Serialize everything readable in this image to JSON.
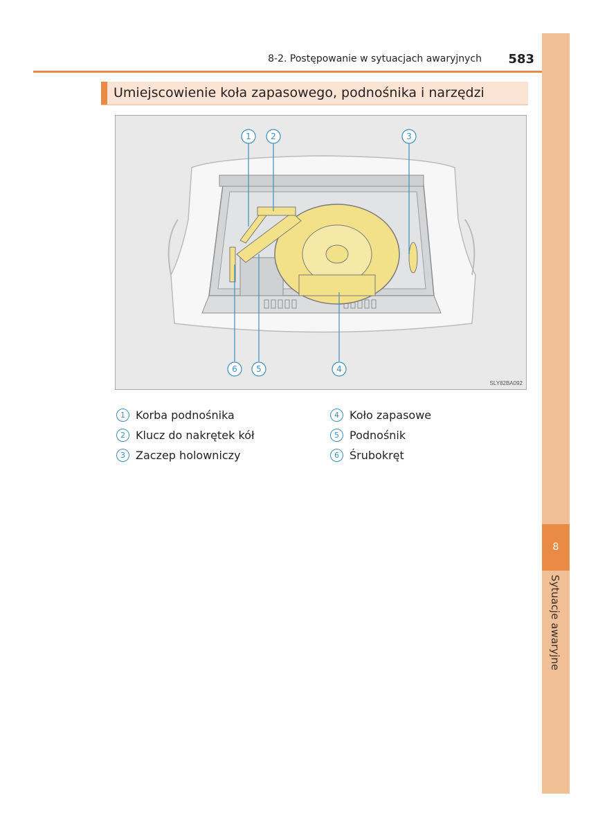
{
  "header": {
    "section": "8-2. Postępowanie w sytuacjach awaryjnych",
    "page_number": "583"
  },
  "side_tab": {
    "chapter_number": "8",
    "chapter_label": "Sytuacje awaryjne"
  },
  "title": "Umiejscowienie koła zapasowego, podnośnika i narzędzi",
  "figure": {
    "code": "SLY82BA092",
    "callouts": [
      "1",
      "2",
      "3",
      "4",
      "5",
      "6"
    ]
  },
  "legend": [
    {
      "num": "1",
      "text": "Korba podnośnika"
    },
    {
      "num": "2",
      "text": "Klucz do nakrętek kół"
    },
    {
      "num": "3",
      "text": "Zaczep holowniczy"
    },
    {
      "num": "4",
      "text": "Koło zapasowe"
    },
    {
      "num": "5",
      "text": "Podnośnik"
    },
    {
      "num": "6",
      "text": "Śrubokręt"
    }
  ],
  "colors": {
    "accent": "#e98b45",
    "tab": "#f0bf96",
    "highlight_yellow": "#f3e18a",
    "callout_blue": "#3b8fc1"
  }
}
